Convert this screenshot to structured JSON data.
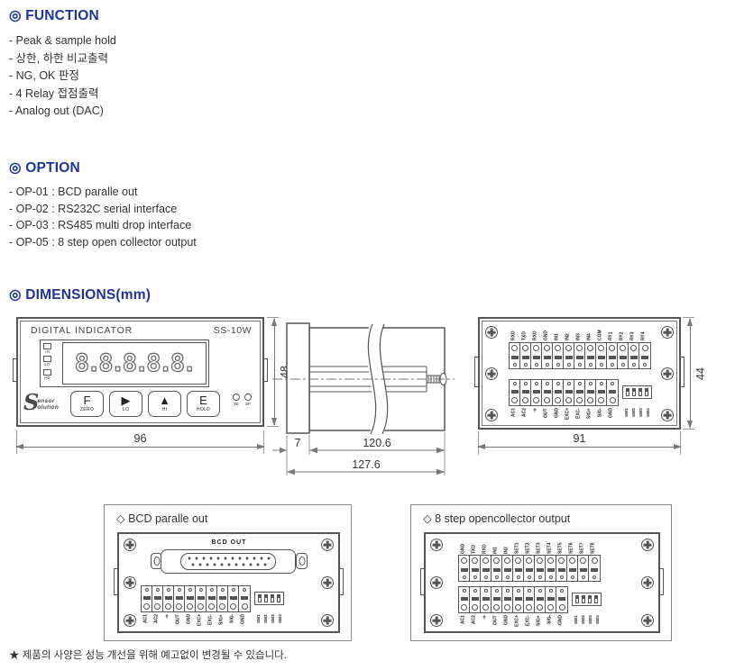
{
  "page": {
    "footer_note": "★ 제품의 사양은 성능 개선을 위해 예고없이 변경될 수 있습니다."
  },
  "function_section": {
    "title": "◎ FUNCTION",
    "items": [
      "- Peak & sample hold",
      "- 상한, 하한 비교출력",
      "- NG, OK 판정",
      "- 4 Relay 접점출력",
      "- Analog out (DAC)"
    ]
  },
  "option_section": {
    "title": "◎ OPTION",
    "items": [
      "- OP-01 : BCD paralle out",
      "- OP-02 : RS232C serial interface",
      "- OP-03 : RS485 multi drop interface",
      "- OP-05 : 8 step open collector output"
    ]
  },
  "dimensions_section": {
    "title": "◎ DIMENSIONS(mm)",
    "front_view": {
      "brand": "DIGITAL INDICATOR",
      "model": "SS-10W",
      "led_labels": [
        "HI",
        "LO",
        "HD"
      ],
      "display_value": "8.8.8.8.8.",
      "buttons": [
        {
          "top": "F",
          "sub": "ZERO"
        },
        {
          "top": "▶",
          "sub": "LO"
        },
        {
          "top": "▲",
          "sub": "HI"
        },
        {
          "top": "E",
          "sub": "HOLD"
        }
      ],
      "side_leds": [
        "ZE",
        "SP"
      ],
      "logo": {
        "initial": "S",
        "word1": "ensor",
        "word2": "olution"
      },
      "width_mm": "96",
      "height_mm": "48"
    },
    "side_view": {
      "bezel_mm": "7",
      "body_mm": "120.6",
      "total_mm": "127.6"
    },
    "rear_view": {
      "top_terminals": [
        "RXD",
        "TXD",
        "RXD",
        "GND",
        "IN1",
        "IN2",
        "IN3",
        "IN4",
        "COM",
        "RY1",
        "RY2",
        "RY3",
        "RY4"
      ],
      "bottom_terminals": [
        "AC1",
        "AC2",
        "⏚",
        "OUT",
        "GND",
        "EXC+",
        "EXC-",
        "SIG+",
        "SIG-",
        "GND"
      ],
      "dip_switch_labels": [
        "SW1",
        "SW2",
        "SW3",
        "SW4"
      ],
      "width_mm": "91",
      "height_mm": "44"
    }
  },
  "bcd_box": {
    "title": "◇ BCD paralle out",
    "connector_label": "BCD OUT",
    "bottom_terminals": [
      "AC1",
      "AC2",
      "⏚",
      "OUT",
      "GND",
      "EXC+",
      "EXC-",
      "SIG+",
      "SIG-",
      "GND"
    ],
    "dip_switch_labels": [
      "SW1",
      "SW2",
      "SW3",
      "SW4"
    ]
  },
  "oc_box": {
    "title": "◇ 8 step opencollector output",
    "top_terminals": [
      "GND",
      "TXD",
      "RXD",
      "IN1",
      "IN2",
      "SET1",
      "SET2",
      "SET3",
      "SET4",
      "SET5",
      "SET6",
      "SET7",
      "SET8"
    ],
    "bottom_terminals": [
      "AC1",
      "AC2",
      "⏚",
      "OUT",
      "GND",
      "EXC+",
      "EXC-",
      "SIG+",
      "SIG-",
      "GND"
    ],
    "dip_switch_labels": [
      "SW1",
      "SW2",
      "SW3",
      "SW4"
    ]
  }
}
